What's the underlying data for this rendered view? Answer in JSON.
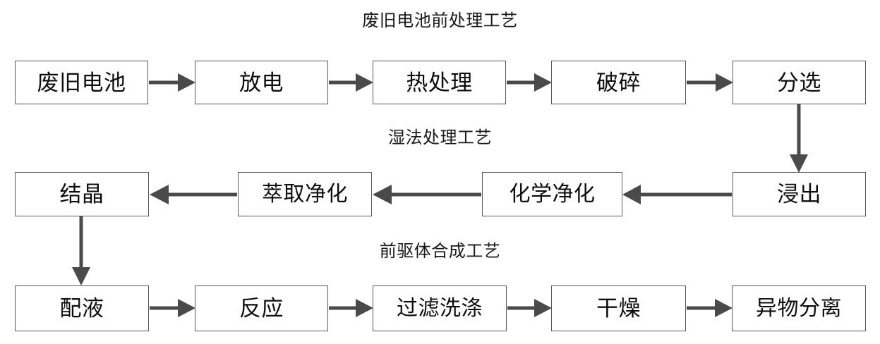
{
  "diagram": {
    "title_note": "Spent battery recycling process flow",
    "colors": {
      "background": "#ffffff",
      "box_border": "#5a5a5a",
      "text": "#0d0d0d",
      "arrow": "#4a4a4a"
    },
    "sections": [
      {
        "id": "pretreatment",
        "label": "废旧电池前处理工艺"
      },
      {
        "id": "hydrometallurgy",
        "label": "湿法处理工艺"
      },
      {
        "id": "precursor",
        "label": "前驱体合成工艺"
      }
    ],
    "rows": [
      {
        "id": "row-pretreatment",
        "section": "废旧电池前处理工艺",
        "direction": "left-to-right",
        "nodes": [
          {
            "id": "spent-battery",
            "label": "废旧电池"
          },
          {
            "id": "discharge",
            "label": "放电"
          },
          {
            "id": "heat-treatment",
            "label": "热处理"
          },
          {
            "id": "crushing",
            "label": "破碎"
          },
          {
            "id": "sorting",
            "label": "分选"
          }
        ]
      },
      {
        "id": "row-hydrometallurgy",
        "section": "湿法处理工艺",
        "direction": "right-to-left",
        "nodes": [
          {
            "id": "crystallization",
            "label": "结晶"
          },
          {
            "id": "extraction-purification",
            "label": "萃取净化"
          },
          {
            "id": "chemical-purification",
            "label": "化学净化"
          },
          {
            "id": "leaching",
            "label": "浸出"
          }
        ]
      },
      {
        "id": "row-precursor",
        "section": "前驱体合成工艺",
        "direction": "left-to-right",
        "nodes": [
          {
            "id": "solution-preparation",
            "label": "配液"
          },
          {
            "id": "reaction",
            "label": "反应"
          },
          {
            "id": "filtration-washing",
            "label": "过滤洗涤"
          },
          {
            "id": "drying",
            "label": "干燥"
          },
          {
            "id": "foreign-matter-separation",
            "label": "异物分离"
          }
        ]
      }
    ],
    "connectors": [
      {
        "from": "废旧电池",
        "to": "放电",
        "orientation": "horizontal-right"
      },
      {
        "from": "放电",
        "to": "热处理",
        "orientation": "horizontal-right"
      },
      {
        "from": "热处理",
        "to": "破碎",
        "orientation": "horizontal-right"
      },
      {
        "from": "破碎",
        "to": "分选",
        "orientation": "horizontal-right"
      },
      {
        "from": "分选",
        "to": "浸出",
        "orientation": "vertical-down"
      },
      {
        "from": "浸出",
        "to": "化学净化",
        "orientation": "horizontal-left"
      },
      {
        "from": "化学净化",
        "to": "萃取净化",
        "orientation": "horizontal-left"
      },
      {
        "from": "萃取净化",
        "to": "结晶",
        "orientation": "horizontal-left"
      },
      {
        "from": "结晶",
        "to": "配液",
        "orientation": "vertical-down"
      },
      {
        "from": "配液",
        "to": "反应",
        "orientation": "horizontal-right"
      },
      {
        "from": "反应",
        "to": "过滤洗涤",
        "orientation": "horizontal-right"
      },
      {
        "from": "过滤洗涤",
        "to": "干燥",
        "orientation": "horizontal-right"
      },
      {
        "from": "干燥",
        "to": "异物分离",
        "orientation": "horizontal-right"
      }
    ]
  }
}
